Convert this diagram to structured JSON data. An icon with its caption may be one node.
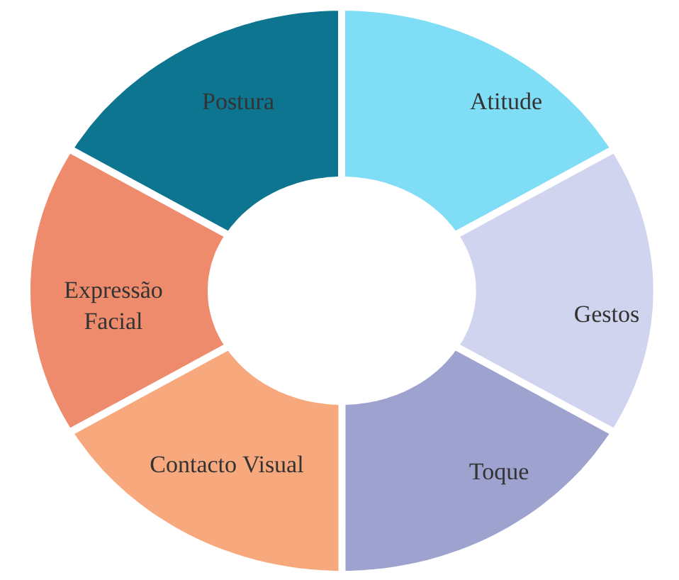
{
  "diagram": {
    "nodes": [
      {
        "text": [
          "Postura"
        ]
      },
      {
        "text": [
          "Atitude"
        ]
      },
      {
        "text": [
          "Gestos"
        ]
      },
      {
        "text": [
          "Toque"
        ]
      },
      {
        "text": [
          "Contacto Visual"
        ]
      },
      {
        "text": [
          "Expressão Facial"
        ]
      }
    ]
  }
}
